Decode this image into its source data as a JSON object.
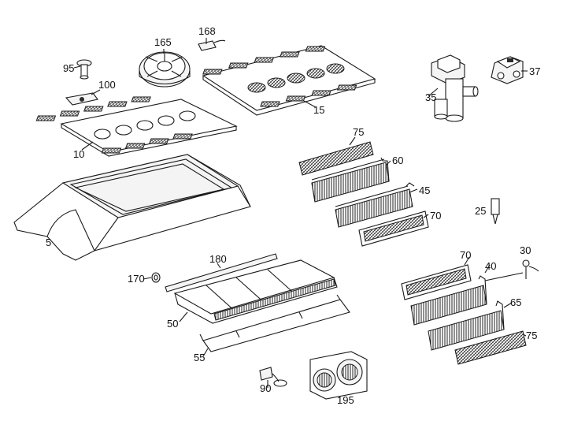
{
  "labels": {
    "p5": "5",
    "p10": "10",
    "p15": "15",
    "p25": "25",
    "p30": "30",
    "p35": "35",
    "p37": "37",
    "p40": "40",
    "p45": "45",
    "p50": "50",
    "p55": "55",
    "p60": "60",
    "p65": "65",
    "p70a": "70",
    "p70b": "70",
    "p75a": "75",
    "p75b": "75",
    "p90": "90",
    "p95": "95",
    "p100": "100",
    "p165": "165",
    "p168": "168",
    "p170": "170",
    "p180": "180",
    "p195": "195"
  }
}
